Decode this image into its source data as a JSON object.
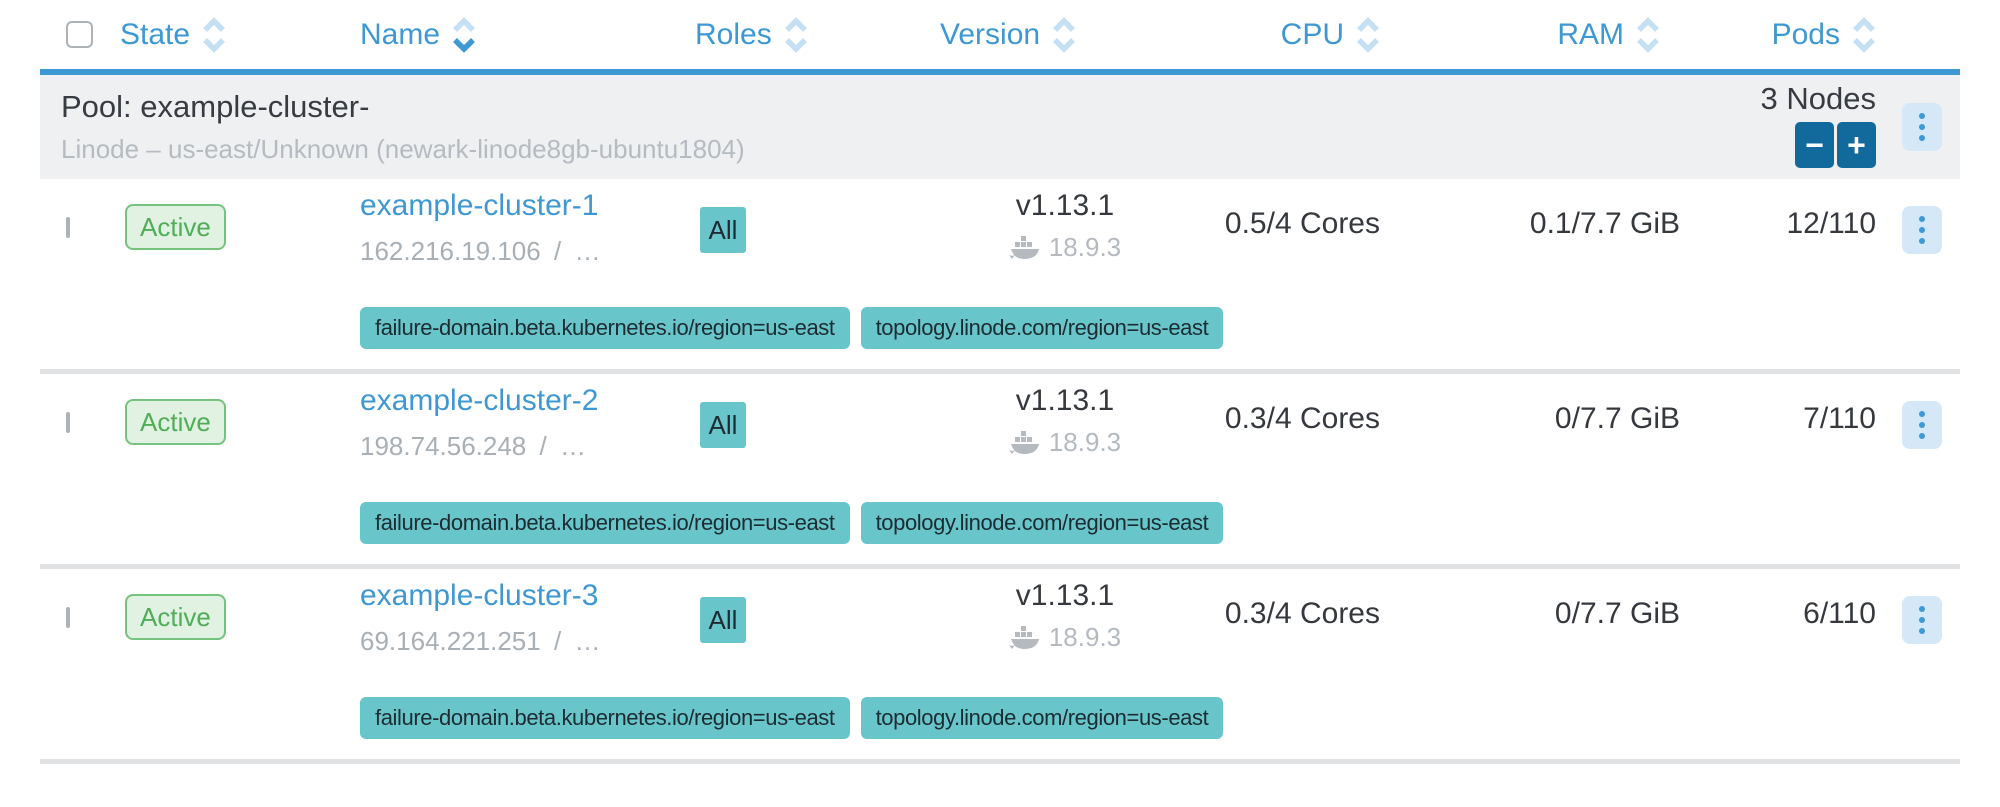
{
  "header": {
    "columns": [
      {
        "label": "State",
        "sort": "none"
      },
      {
        "label": "Name",
        "sort": "desc"
      },
      {
        "label": "Roles",
        "sort": "none"
      },
      {
        "label": "Version",
        "sort": "none"
      },
      {
        "label": "CPU",
        "sort": "none"
      },
      {
        "label": "RAM",
        "sort": "none"
      },
      {
        "label": "Pods",
        "sort": "none"
      }
    ]
  },
  "pool": {
    "title": "Pool: example-cluster-",
    "subtitle": "Linode – us-east/Unknown (newark-linode8gb-ubuntu1804)",
    "node_count_label": "3 Nodes",
    "scale_down_label": "−",
    "scale_up_label": "+"
  },
  "rows": [
    {
      "state": "Active",
      "name": "example-cluster-1",
      "address": "162.216.19.106",
      "address_separator": "/",
      "address_more": "…",
      "roles": "All",
      "version": "v1.13.1",
      "docker_version": "18.9.3",
      "cpu": "0.5/4 Cores",
      "ram": "0.1/7.7 GiB",
      "pods": "12/110",
      "labels": [
        "failure-domain.beta.kubernetes.io/region=us-east",
        "topology.linode.com/region=us-east"
      ]
    },
    {
      "state": "Active",
      "name": "example-cluster-2",
      "address": "198.74.56.248",
      "address_separator": "/",
      "address_more": "…",
      "roles": "All",
      "version": "v1.13.1",
      "docker_version": "18.9.3",
      "cpu": "0.3/4 Cores",
      "ram": "0/7.7 GiB",
      "pods": "7/110",
      "labels": [
        "failure-domain.beta.kubernetes.io/region=us-east",
        "topology.linode.com/region=us-east"
      ]
    },
    {
      "state": "Active",
      "name": "example-cluster-3",
      "address": "69.164.221.251",
      "address_separator": "/",
      "address_more": "…",
      "roles": "All",
      "version": "v1.13.1",
      "docker_version": "18.9.3",
      "cpu": "0.3/4 Cores",
      "ram": "0/7.7 GiB",
      "pods": "6/110",
      "labels": [
        "failure-domain.beta.kubernetes.io/region=us-east",
        "topology.linode.com/region=us-east"
      ]
    }
  ],
  "colors": {
    "accent": "#3d98d3",
    "teal_badge": "#68c6ca",
    "state_active_green": "#4fae58",
    "scale_button_blue": "#11699c",
    "pool_row_background": "#eef0f2"
  }
}
